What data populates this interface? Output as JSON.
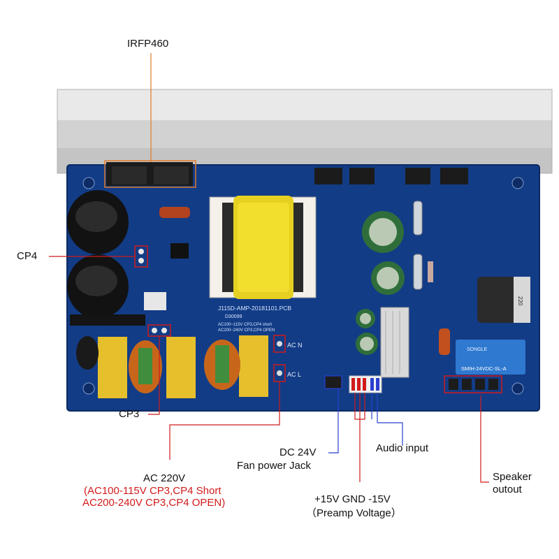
{
  "board": {
    "pcb_title": "J115D-AMP-20181101.PCB",
    "pcb_code": "D30099",
    "pcb_note_1": "AC100~115V   CP3,CP4 short",
    "pcb_note_2": "AC200~240V   CP3,CP4 OPEN",
    "relay_text": "SMIH-24VDC-SL-A",
    "relay_brand": "SONGLE",
    "inductor_text": "220",
    "ac_n": "AC N",
    "ac_l": "AC L"
  },
  "labels": {
    "irfp460": "IRFP460",
    "cp4": "CP4",
    "cp3": "CP3",
    "ac_title": "AC 220V",
    "ac_line1": "(AC100-115V  CP3,CP4 Short",
    "ac_line2": "AC200-240V  CP3,CP4 OPEN)",
    "dc_line1": "DC 24V",
    "dc_line2": "Fan power Jack",
    "audio": "Audio input",
    "preamp_line1": "+15V GND -15V",
    "preamp_line2": "（Preamp Voltage）",
    "speaker_line1": "Speaker",
    "speaker_line2": "outout"
  },
  "colors": {
    "annotation_orange": "#e07b2a",
    "annotation_red": "#d11a1a",
    "annotation_blue": "#2a3fd1",
    "pcb_blue": "#123c86",
    "heatsink": "#dcdcdc"
  }
}
